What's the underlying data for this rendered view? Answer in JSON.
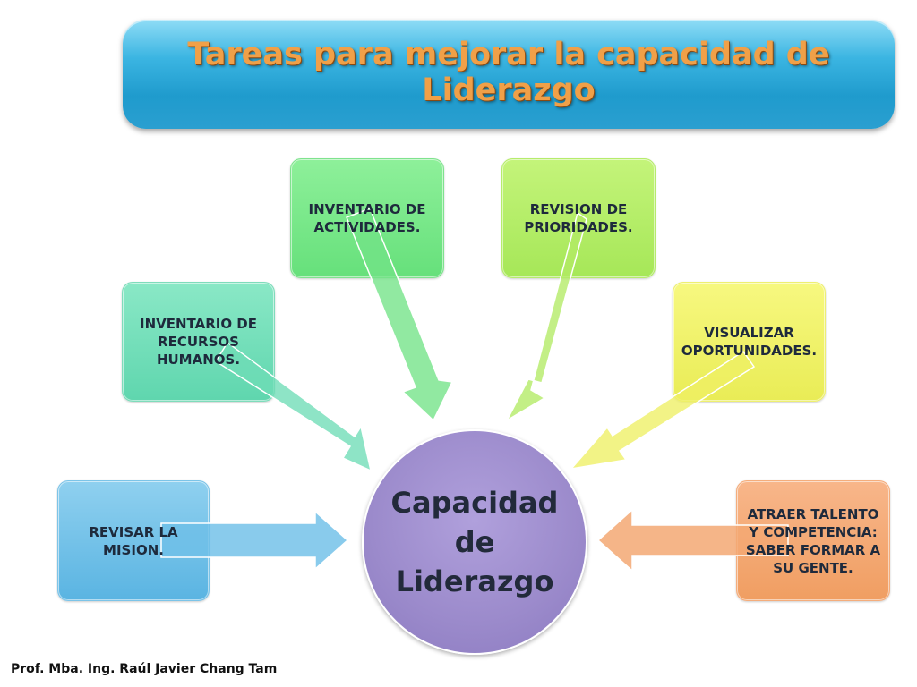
{
  "title": "Tareas para mejorar la capacidad de Liderazgo",
  "center": {
    "label": "Capacidad de Liderazgo"
  },
  "tasks": [
    {
      "label": "REVISAR LA MISION.",
      "color": "#6fc0e8"
    },
    {
      "label": "INVENTARIO DE RECURSOS HUMANOS.",
      "color": "#6edcb6"
    },
    {
      "label": "INVENTARIO DE ACTIVIDADES.",
      "color": "#72e386"
    },
    {
      "label": "REVISION DE PRIORIDADES.",
      "color": "#b2ea64"
    },
    {
      "label": "VISUALIZAR OPORTUNIDADES.",
      "color": "#eef064"
    },
    {
      "label": "ATRAER TALENTO Y COMPETENCIA: SABER FORMAR A SU GENTE.",
      "color": "#f3a873"
    }
  ],
  "footer": "Prof. Mba. Ing. Raúl Javier Chang Tam"
}
